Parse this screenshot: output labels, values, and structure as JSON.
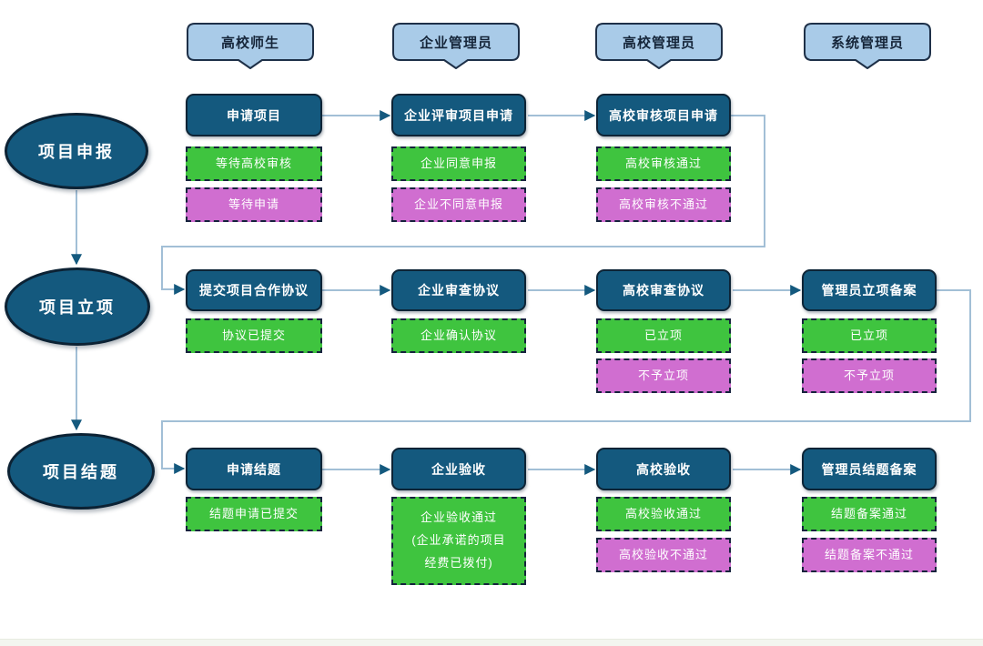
{
  "colors": {
    "node_fill": "#14597e",
    "node_border": "#0d2436",
    "status_green": "#3fc43f",
    "status_magenta": "#d06ed0",
    "banner_fill": "#a9cbe8",
    "banner_border": "#1e3048",
    "connector": "#a2bfd6",
    "dashed_border": "#16233d"
  },
  "lanes": [
    {
      "label": "高校师生"
    },
    {
      "label": "企业管理员"
    },
    {
      "label": "高校管理员"
    },
    {
      "label": "系统管理员"
    }
  ],
  "phases": [
    {
      "label": "项目申报"
    },
    {
      "label": "项目立项"
    },
    {
      "label": "项目结题"
    }
  ],
  "rows": [
    {
      "cells": [
        {
          "action": "申请项目",
          "statuses": [
            {
              "type": "green",
              "label": "等待高校审核"
            },
            {
              "type": "magenta",
              "label": "等待申请"
            }
          ]
        },
        {
          "action": "企业评审项目申请",
          "statuses": [
            {
              "type": "green",
              "label": "企业同意申报"
            },
            {
              "type": "magenta",
              "label": "企业不同意申报"
            }
          ]
        },
        {
          "action": "高校审核项目申请",
          "statuses": [
            {
              "type": "green",
              "label": "高校审核通过"
            },
            {
              "type": "magenta",
              "label": "高校审核不通过"
            }
          ]
        }
      ]
    },
    {
      "cells": [
        {
          "action": "提交项目合作协议",
          "statuses": [
            {
              "type": "green",
              "label": "协议已提交"
            }
          ]
        },
        {
          "action": "企业审查协议",
          "statuses": [
            {
              "type": "green",
              "label": "企业确认协议"
            }
          ]
        },
        {
          "action": "高校审查协议",
          "statuses": [
            {
              "type": "green",
              "label": "已立项"
            },
            {
              "type": "magenta",
              "label": "不予立项"
            }
          ]
        },
        {
          "action": "管理员立项备案",
          "statuses": [
            {
              "type": "green",
              "label": "已立项"
            },
            {
              "type": "magenta",
              "label": "不予立项"
            }
          ]
        }
      ]
    },
    {
      "cells": [
        {
          "action": "申请结题",
          "statuses": [
            {
              "type": "green",
              "label": "结题申请已提交"
            }
          ]
        },
        {
          "action": "企业验收",
          "statuses": [
            {
              "type": "green",
              "label": "企业验收通过\n(企业承诺的项目\n经费已拨付)"
            }
          ]
        },
        {
          "action": "高校验收",
          "statuses": [
            {
              "type": "green",
              "label": "高校验收通过"
            },
            {
              "type": "magenta",
              "label": "高校验收不通过"
            }
          ]
        },
        {
          "action": "管理员结题备案",
          "statuses": [
            {
              "type": "green",
              "label": "结题备案通过"
            },
            {
              "type": "magenta",
              "label": "结题备案不通过"
            }
          ]
        }
      ]
    }
  ]
}
